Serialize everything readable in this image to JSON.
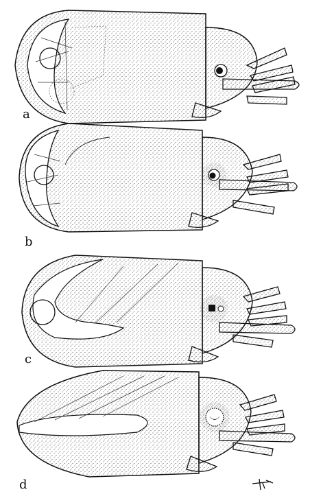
{
  "figure": {
    "panels": [
      {
        "label": "a"
      },
      {
        "label": "b"
      },
      {
        "label": "c"
      },
      {
        "label": "d"
      }
    ],
    "signature": "ᚐF",
    "ink_color": "#1a1a1a",
    "paper_color": "#ffffff"
  }
}
